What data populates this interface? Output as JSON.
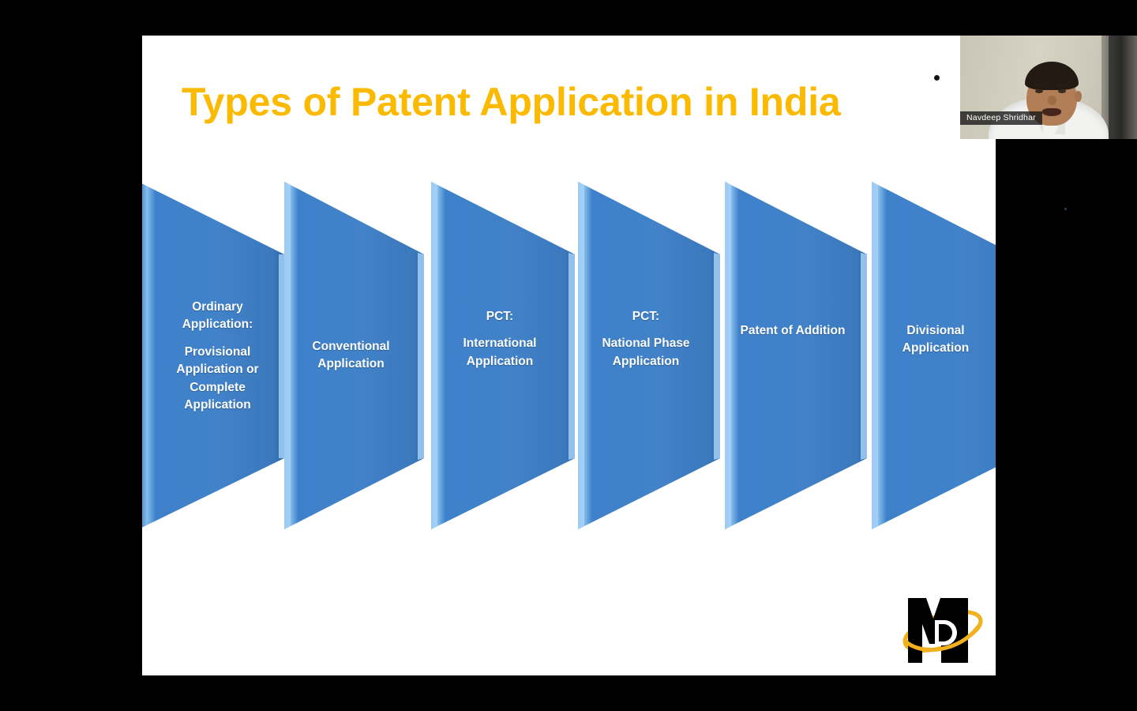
{
  "slide": {
    "title": "Types of Patent Application in India",
    "title_color": "#FBB900",
    "background_color": "#FFFFFF",
    "bullet_marker": "•"
  },
  "chevrons": {
    "fill_color": "#3D7FC8",
    "edge_highlight_color": "#8EC4F0",
    "items": [
      {
        "id": "ordinary-application",
        "lead": "Ordinary Application:",
        "sub": "Provisional Application or Complete Application"
      },
      {
        "id": "conventional-application",
        "lead": "",
        "sub": "Conventional Application"
      },
      {
        "id": "pct-international-application",
        "lead": "PCT:",
        "sub": "International Application"
      },
      {
        "id": "pct-national-phase-application",
        "lead": "PCT:",
        "sub": "National Phase Application"
      },
      {
        "id": "patent-of-addition",
        "lead": "",
        "sub": "Patent of Addition"
      },
      {
        "id": "divisional-application",
        "lead": "",
        "sub": "Divisional Application"
      }
    ]
  },
  "logo": {
    "mark_color": "#000000",
    "swoosh_color": "#F2B01E"
  },
  "video": {
    "participant_name": "Navdeep Shridhar"
  }
}
